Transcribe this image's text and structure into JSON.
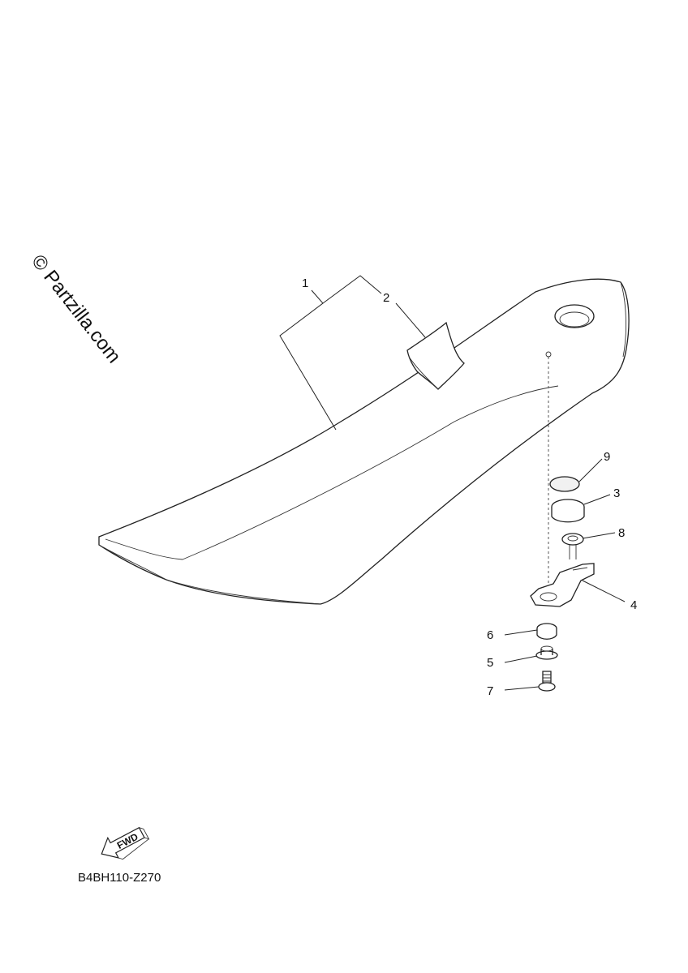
{
  "watermark": "© Partzilla.com",
  "diagram_code": "B4BH110-Z270",
  "fwd_label": "FWD",
  "callouts": [
    "1",
    "2",
    "3",
    "4",
    "5",
    "6",
    "7",
    "8",
    "9"
  ]
}
